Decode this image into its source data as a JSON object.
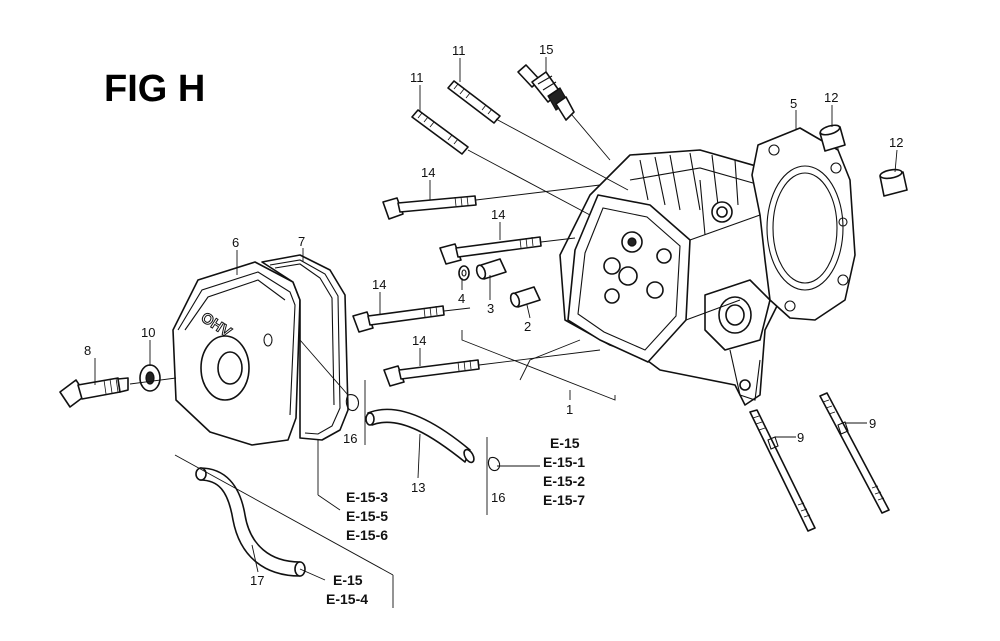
{
  "figure": {
    "title": "FIG H"
  },
  "valve_cover_emboss": "OHV",
  "callouts": [
    {
      "id": "c1",
      "label": "1"
    },
    {
      "id": "c2",
      "label": "2"
    },
    {
      "id": "c3",
      "label": "3"
    },
    {
      "id": "c4",
      "label": "4"
    },
    {
      "id": "c5",
      "label": "5"
    },
    {
      "id": "c6",
      "label": "6"
    },
    {
      "id": "c7",
      "label": "7"
    },
    {
      "id": "c8",
      "label": "8"
    },
    {
      "id": "c9a",
      "label": "9"
    },
    {
      "id": "c9b",
      "label": "9"
    },
    {
      "id": "c10",
      "label": "10"
    },
    {
      "id": "c11a",
      "label": "11"
    },
    {
      "id": "c11b",
      "label": "11"
    },
    {
      "id": "c12a",
      "label": "12"
    },
    {
      "id": "c12b",
      "label": "12"
    },
    {
      "id": "c13",
      "label": "13"
    },
    {
      "id": "c14a",
      "label": "14"
    },
    {
      "id": "c14b",
      "label": "14"
    },
    {
      "id": "c14c",
      "label": "14"
    },
    {
      "id": "c14d",
      "label": "14"
    },
    {
      "id": "c15",
      "label": "15"
    },
    {
      "id": "c16a",
      "label": "16"
    },
    {
      "id": "c16b",
      "label": "16"
    },
    {
      "id": "c17",
      "label": "17"
    }
  ],
  "references": {
    "clamp_right": [
      "E-15",
      "E-15-1",
      "E-15-2",
      "E-15-7"
    ],
    "cover_gasket": [
      "E-15-3",
      "E-15-5",
      "E-15-6"
    ],
    "breather_tube": [
      "E-15",
      "E-15-4"
    ]
  }
}
